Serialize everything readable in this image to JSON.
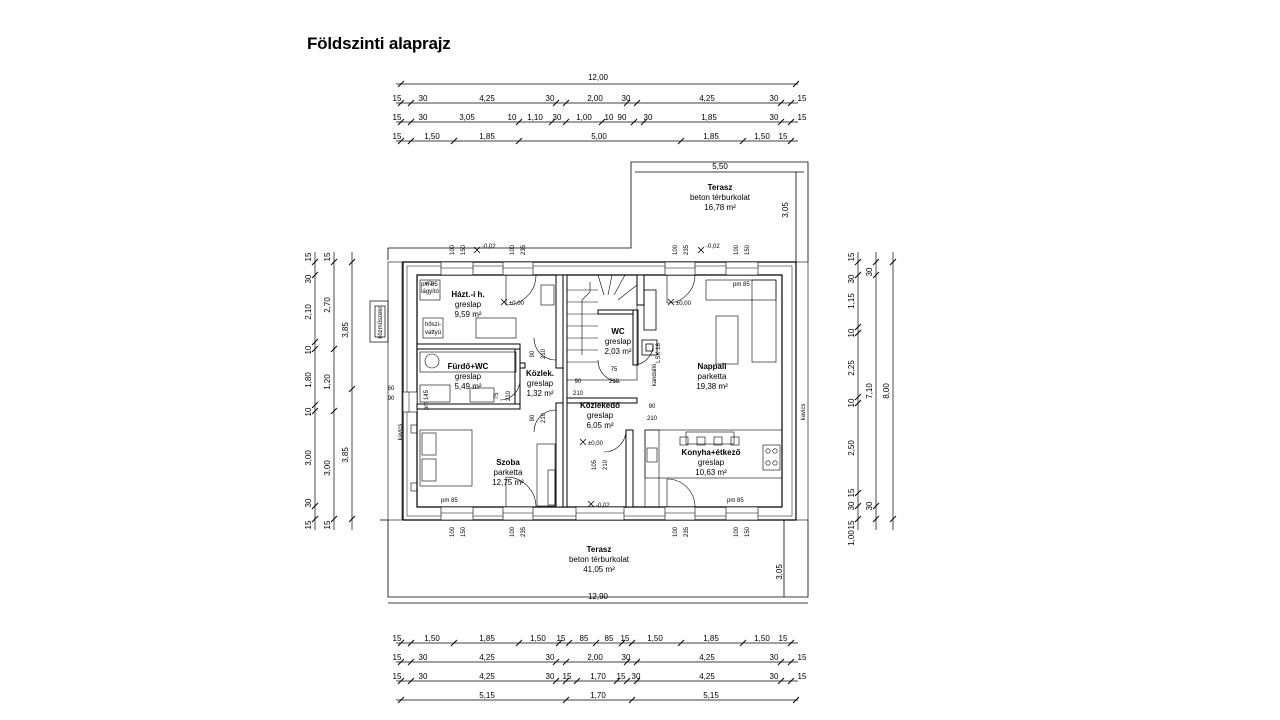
{
  "title": "Földszinti alaprajz",
  "rooms": [
    {
      "id": "terasz-top",
      "name": "Terasz",
      "finish": "beton térburkolat",
      "area": "16,78 m²"
    },
    {
      "id": "haztartasi",
      "name": "Házt.-i h.",
      "finish": "greslap",
      "area": "9,59 m²"
    },
    {
      "id": "wc",
      "name": "WC",
      "finish": "greslap",
      "area": "2,03 m²"
    },
    {
      "id": "nappali",
      "name": "Nappali",
      "finish": "parketta",
      "area": "19,38 m²"
    },
    {
      "id": "furdo",
      "name": "Fürdő+WC",
      "finish": "greslap",
      "area": "5,49 m²"
    },
    {
      "id": "kozlek",
      "name": "Közlek.",
      "finish": "greslap",
      "area": "1,32 m²"
    },
    {
      "id": "kozlekedo",
      "name": "Közlekedő",
      "finish": "greslap",
      "area": "6,05 m²"
    },
    {
      "id": "szoba",
      "name": "Szoba",
      "finish": "parketta",
      "area": "12,75 m²"
    },
    {
      "id": "konyha",
      "name": "Konyha+étkező",
      "finish": "greslap",
      "area": "10,63 m²"
    },
    {
      "id": "terasz-bottom",
      "name": "Terasz",
      "finish": "beton térburkolat",
      "area": "41,05 m²"
    }
  ],
  "annotations": {
    "pm85": "pm 85",
    "pm145": "pm 145",
    "level0": "±0,00",
    "level_m002": "-0,02",
    "kavics": "kavics",
    "vizlagyito_1": "víz-",
    "vizlagyito_2": "lágyító",
    "hoszivattyu_1": "hőszi-",
    "hoszivattyu_2": "vattyú",
    "kozmuszekreny": "közműszekr.",
    "kemeny": "LSK 18",
    "kandallo": "kandalló"
  },
  "dims_top": [
    [
      "12,00"
    ],
    [
      "15",
      "30",
      "4,25",
      "30",
      "2,00",
      "30",
      "4,25",
      "30",
      "15"
    ],
    [
      "15",
      "30",
      "3,05",
      "10",
      "1,10",
      "30",
      "1,00",
      "10",
      "90",
      "30",
      "1,85",
      "30",
      "15"
    ],
    [
      "15",
      "1,50",
      "1,85",
      "5,00",
      "1,85",
      "1,50",
      "15"
    ]
  ],
  "dims_bottom": [
    [
      "12,90"
    ],
    [
      "15",
      "1,50",
      "1,85",
      "1,50",
      "15",
      "85",
      "85",
      "15",
      "1,50",
      "1,85",
      "1,50",
      "15"
    ],
    [
      "15",
      "30",
      "4,25",
      "30",
      "2,00",
      "30",
      "4,25",
      "30",
      "15"
    ],
    [
      "15",
      "30",
      "4,25",
      "30",
      "15",
      "1,70",
      "15",
      "30",
      "4,25",
      "30",
      "15"
    ],
    [
      "5,15",
      "1,70",
      "5,15"
    ]
  ],
  "dims_left": [
    [
      "15",
      "30",
      "2,10",
      "10",
      "1,80",
      "10",
      "3,00",
      "30",
      "15"
    ],
    [
      "15",
      "2,70",
      "1,20",
      "3,00",
      "15"
    ],
    [
      "3,85",
      "3,85"
    ]
  ],
  "dims_right": [
    [
      "15",
      "30",
      "1,15",
      "10",
      "2,25",
      "10",
      "2,50",
      "15",
      "30",
      "15"
    ],
    [
      "30",
      "7,10",
      "30"
    ],
    [
      "8,00"
    ]
  ],
  "misc_dims": {
    "terrace_top_width": "5,50",
    "terrace_top_depth": "3,05",
    "terrace_bottom_depth": "3,05",
    "d100": "100",
    "d150": "150",
    "d235": "235",
    "d90": "90",
    "d210": "210",
    "d75": "75",
    "d105": "105",
    "d60": "60",
    "d1_00": "1,00"
  }
}
